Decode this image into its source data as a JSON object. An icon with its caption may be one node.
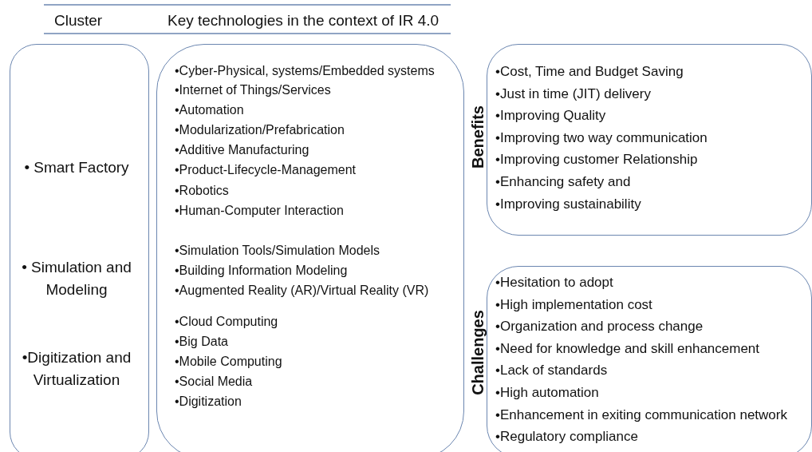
{
  "diagram": {
    "nodes": [
      {
        "text": [
          "• Smart Factory",
          "• Simulation and Modeling",
          "•Digitization and Virtualization"
        ]
      },
      {
        "text": [
          "•Cyber-Physical, systems/Embedded systems",
          "•Internet of Things/Services",
          "•Automation",
          "•Modularization/Prefabrication",
          "•Additive Manufacturing",
          "•Product-Lifecycle-Management",
          "•Robotics",
          "•Human-Computer Interaction",
          "•Simulation Tools/Simulation Models",
          "•Building Information Modeling",
          "•Augmented Reality (AR)/Virtual Reality (VR)",
          "•Cloud Computing",
          "•Big Data",
          "•Mobile Computing",
          "•Social Media",
          "•Digitization"
        ]
      },
      {
        "text": [
          "Benefits",
          "•Cost, Time and Budget Saving",
          "•Just in time (JIT) delivery",
          "•Improving Quality",
          "•Improving two way communication",
          "•Improving customer  Relationship",
          "•Enhancing safety and",
          "•Improving sustainability"
        ]
      },
      {
        "text": [
          "Challenges",
          "•Hesitation to adopt",
          "•High implementation cost",
          "•Organization and process change",
          "•Need for knowledge and skill enhancement",
          "•Lack of standards",
          "•High automation",
          "•Enhancement in exiting communication network",
          "•Regulatory compliance"
        ]
      }
    ],
    "labels": [
      "Cluster",
      "Key technologies in the context of IR 4.0"
    ]
  }
}
